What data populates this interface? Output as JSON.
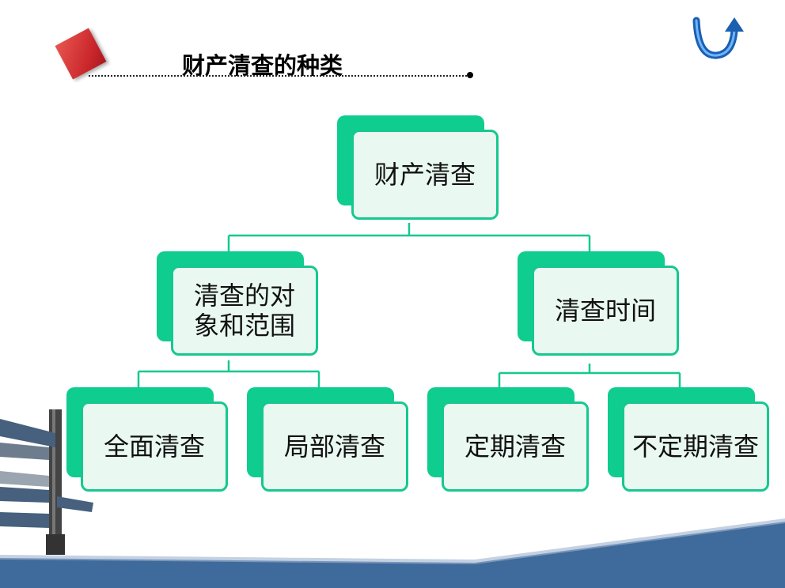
{
  "slide": {
    "title": "财产清查的种类"
  },
  "icons": {
    "return": "u-turn-arrow-icon",
    "signpost": "signpost-icon"
  },
  "colors": {
    "node_fill": "#0fcc8f",
    "node_face": "#e9f8f1",
    "node_border": "#16c88f",
    "connector": "#16c88f",
    "band": "#3f6a9c",
    "accent_red": "#c9262a"
  },
  "tree": {
    "root": "财产清查",
    "level1_left": "清查的对象和范围",
    "level1_right": "清查时间",
    "leaf1": "全面清查",
    "leaf2": "局部清查",
    "leaf3": "定期清查",
    "leaf4": "不定期清查"
  }
}
